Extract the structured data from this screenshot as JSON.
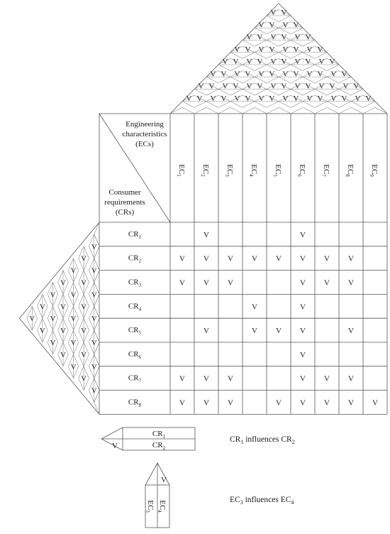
{
  "header": {
    "ec_label_lines": [
      "Engineering",
      "characteristics",
      "(ECs)"
    ],
    "cr_label_lines": [
      "Consumer",
      "requirements",
      "(CRs)"
    ]
  },
  "ecs": [
    {
      "base": "EC",
      "sub": "1"
    },
    {
      "base": "EC",
      "sub": "2"
    },
    {
      "base": "EC",
      "sub": "3"
    },
    {
      "base": "EC",
      "sub": "4"
    },
    {
      "base": "EC",
      "sub": "5"
    },
    {
      "base": "EC",
      "sub": "6"
    },
    {
      "base": "EC",
      "sub": "7"
    },
    {
      "base": "EC",
      "sub": "8"
    },
    {
      "base": "EC",
      "sub": "9"
    }
  ],
  "crs": [
    {
      "base": "CR",
      "sub": "1"
    },
    {
      "base": "CR",
      "sub": "2"
    },
    {
      "base": "CR",
      "sub": "3"
    },
    {
      "base": "CR",
      "sub": "4"
    },
    {
      "base": "CR",
      "sub": "5"
    },
    {
      "base": "CR",
      "sub": "6"
    },
    {
      "base": "CR",
      "sub": "7"
    },
    {
      "base": "CR",
      "sub": "8"
    }
  ],
  "mark": "V",
  "relationship_matrix": [
    [
      0,
      1,
      0,
      0,
      0,
      1,
      0,
      0,
      0
    ],
    [
      1,
      1,
      1,
      1,
      1,
      1,
      1,
      1,
      0
    ],
    [
      1,
      1,
      1,
      0,
      0,
      1,
      1,
      1,
      0
    ],
    [
      0,
      0,
      0,
      1,
      0,
      1,
      0,
      0,
      0
    ],
    [
      0,
      1,
      0,
      1,
      1,
      1,
      0,
      1,
      0
    ],
    [
      0,
      0,
      0,
      0,
      0,
      1,
      0,
      0,
      0
    ],
    [
      1,
      1,
      1,
      0,
      0,
      1,
      1,
      1,
      0
    ],
    [
      1,
      1,
      1,
      0,
      1,
      1,
      1,
      1,
      1
    ]
  ],
  "legend": {
    "cr_example": {
      "top": {
        "base": "CR",
        "sub": "1"
      },
      "bottom": {
        "base": "CR",
        "sub": "2"
      },
      "caption": {
        "a": "CR",
        "a_sub": "1",
        "mid": " influences ",
        "b": "CR",
        "b_sub": "2"
      }
    },
    "ec_example": {
      "left": {
        "base": "EC",
        "sub": "3"
      },
      "right": {
        "base": "EC",
        "sub": "4"
      },
      "caption": {
        "a": "EC",
        "a_sub": "3",
        "mid": " influences ",
        "b": "EC",
        "b_sub": "4"
      }
    }
  }
}
